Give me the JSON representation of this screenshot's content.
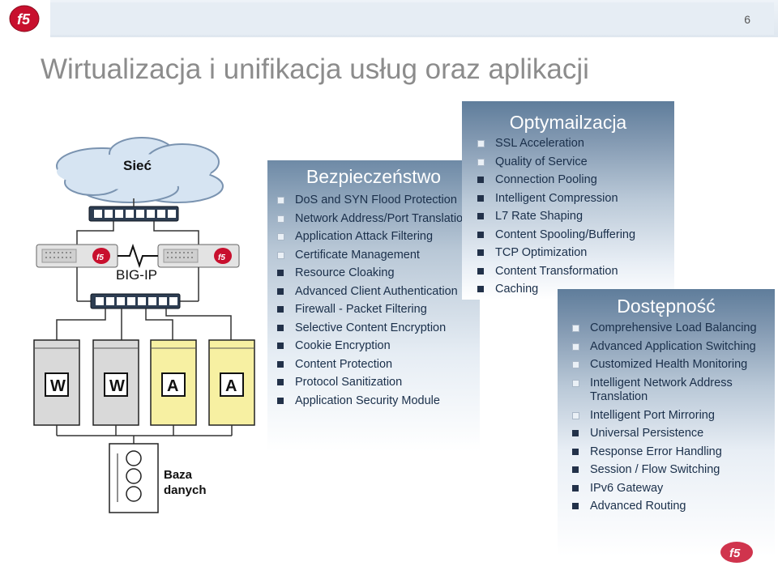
{
  "header": {
    "page_number": "6"
  },
  "title": "Wirtualizacja i unifikacja usług oraz aplikacji",
  "diagram": {
    "cloud_label": "Sieć",
    "bigip_label": "BIG-IP",
    "servers": [
      "W",
      "W",
      "A",
      "A"
    ],
    "database_label_1": "Baza",
    "database_label_2": "danych"
  },
  "security": {
    "title": "Bezpieczeństwo",
    "items": [
      "DoS and SYN Flood Protection",
      "Network Address/Port Translation",
      "Application Attack Filtering",
      "Certificate Management",
      "Resource Cloaking",
      "Advanced Client Authentication",
      "Firewall - Packet Filtering",
      "Selective Content Encryption",
      "Cookie Encryption",
      "Content Protection",
      "Protocol Sanitization",
      "Application Security Module"
    ]
  },
  "optimization": {
    "title": "Optymailzacja",
    "items": [
      "SSL Acceleration",
      "Quality of Service",
      "Connection Pooling",
      "Intelligent Compression",
      "L7 Rate Shaping",
      "Content Spooling/Buffering",
      "TCP Optimization",
      "Content Transformation",
      "Caching"
    ]
  },
  "availability": {
    "title": "Dostępność",
    "items": [
      "Comprehensive Load Balancing",
      "Advanced Application Switching",
      "Customized Health Monitoring",
      "Intelligent Network Address Translation",
      "Intelligent Port Mirroring",
      "Universal Persistence",
      "Response Error Handling",
      "Session / Flow Switching",
      "IPv6 Gateway",
      "Advanced Routing"
    ]
  },
  "colors": {
    "brand_red": "#c8102e",
    "server_yellow": "#f7f0a2",
    "server_grey": "#d9d9d9",
    "panel_blue": "#6e8aa6"
  },
  "icons": [
    "f5-logo-icon",
    "cloud-icon",
    "network-switch-icon",
    "bigip-appliance-icon",
    "server-icon",
    "database-icon"
  ]
}
